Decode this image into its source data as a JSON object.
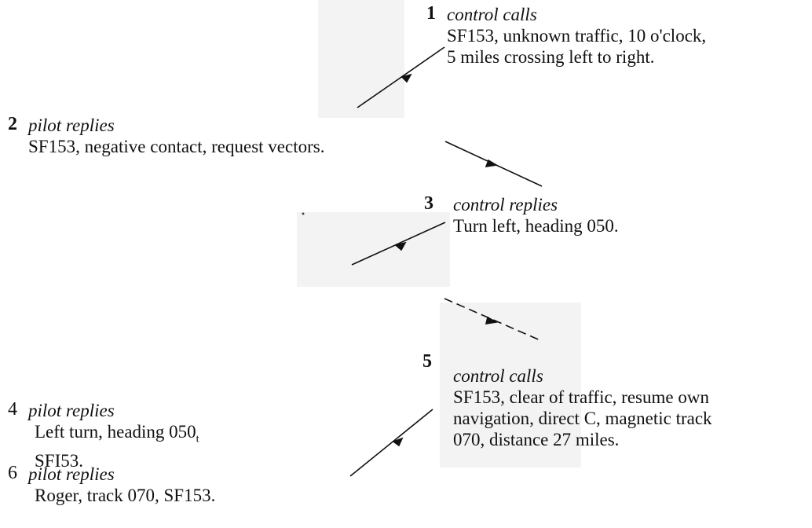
{
  "exchanges": [
    {
      "number": "1",
      "speaker": "control calls",
      "lines": [
        "SF153, unknown traffic, 10 o'clock,",
        "5 miles crossing left to right."
      ]
    },
    {
      "number": "2",
      "speaker": "pilot replies",
      "lines": [
        "SF153, negative contact, request vectors."
      ]
    },
    {
      "number": "3",
      "speaker": "control replies",
      "lines": [
        "Turn left, heading 050."
      ]
    },
    {
      "number": "4",
      "speaker": "pilot replies",
      "lines": [
        "Left turn, heading 050",
        "SFI53."
      ],
      "subscript": "t"
    },
    {
      "number": "5",
      "speaker": "control calls",
      "lines": [
        "SF153, clear of traffic, resume own",
        "navigation, direct C, magnetic track",
        "070, distance 27 miles."
      ]
    },
    {
      "number": "6",
      "speaker": "pilot replies",
      "lines": [
        "Roger, track 070, SF153."
      ]
    }
  ],
  "colors": {
    "ink": "#111111",
    "ghost": "#f3f3f3"
  }
}
